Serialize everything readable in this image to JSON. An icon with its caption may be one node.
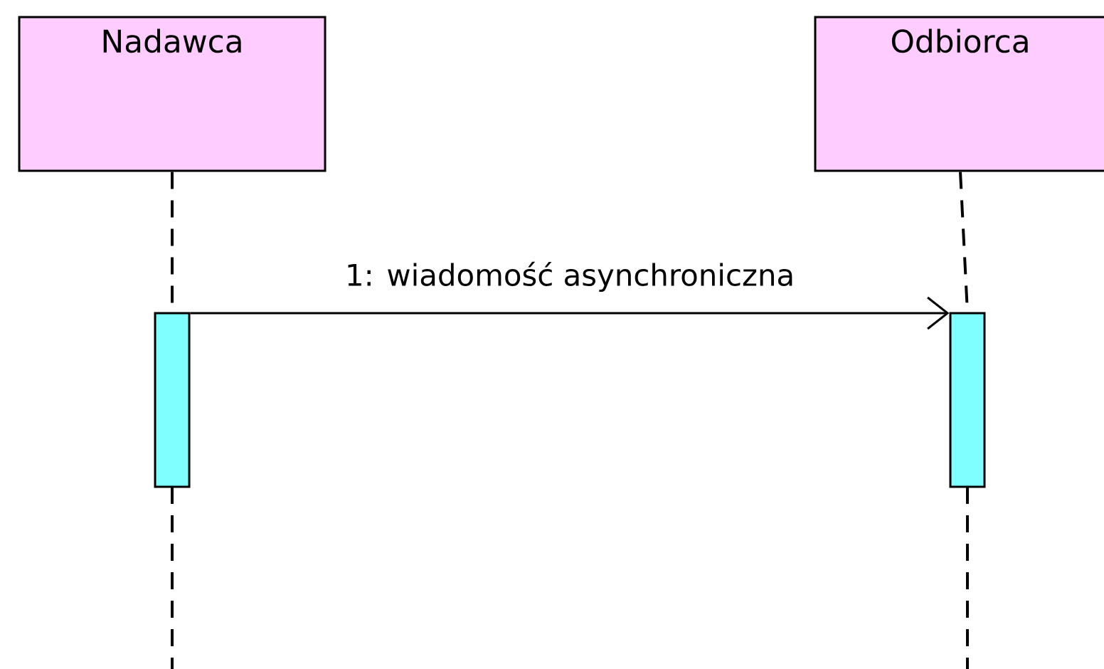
{
  "diagram": {
    "nodes": [
      {
        "text": [
          "Nadawca"
        ]
      },
      {
        "text": [
          "Odbiorca"
        ]
      },
      {
        "text": [],
        "shape": "bar"
      },
      {
        "text": [],
        "shape": "bar"
      }
    ],
    "edges": [
      {
        "from": 0,
        "to": 2,
        "arrow": "none",
        "style": "dashed"
      },
      {
        "from": 1,
        "to": 3,
        "arrow": "none",
        "style": "dashed"
      },
      {
        "from": 2,
        "to": 3,
        "arrow": "to",
        "label": "1: wiadomość asynchroniczna"
      }
    ]
  }
}
